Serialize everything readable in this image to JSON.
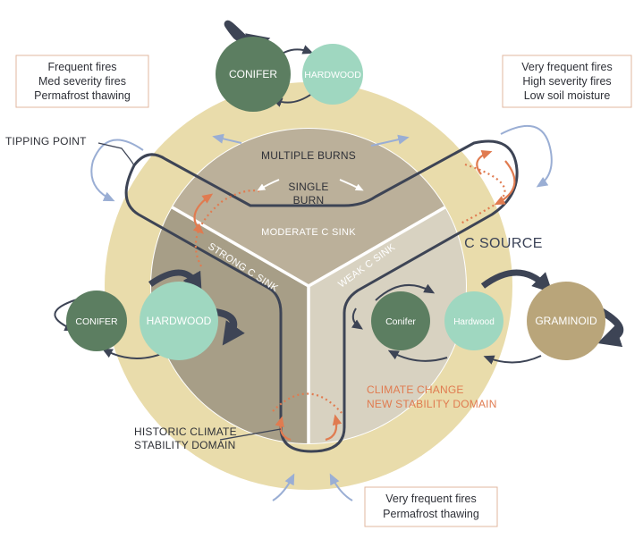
{
  "sectors": {
    "top": "MODERATE C SINK",
    "left": "STRONG C SINK",
    "right": "WEAK C SINK"
  },
  "outer_label": "C SOURCE",
  "burn_labels": {
    "multiple": "MULTIPLE BURNS",
    "single_1": "SINGLE",
    "single_2": "BURN"
  },
  "callouts": {
    "tipping_point": "TIPPING POINT",
    "historic_1": "HISTORIC CLIMATE",
    "historic_2": "STABILITY DOMAIN",
    "climate_1": "CLIMATE CHANGE",
    "climate_2": "NEW STABILITY DOMAIN"
  },
  "boxes": {
    "top_left": [
      "Frequent fires",
      "Med severity fires",
      "Permafrost thawing"
    ],
    "top_right": [
      "Very frequent fires",
      "High severity fires",
      "Low soil moisture"
    ],
    "bottom": [
      "Very frequent fires",
      "Permafrost thawing"
    ]
  },
  "nodes": {
    "top_conifer": "CONIFER",
    "top_hardwood": "HARDWOOD",
    "left_conifer": "CONIFER",
    "left_hardwood": "HARDWOOD",
    "right_conifer": "Conifer",
    "right_hardwood": "Hardwood",
    "right_graminoid": "GRAMINOID"
  },
  "colors": {
    "outer_ring": "#e9dcab",
    "sector_top": "#bbb09a",
    "sector_left": "#a79e87",
    "sector_right": "#d8d2c1",
    "conifer": "#5c7e61",
    "hardwood": "#9fd7c0",
    "graminoid": "#b9a57a",
    "valley_stroke": "#3d4455",
    "orange": "#e07b50",
    "blue_arrow": "#9aaed4"
  }
}
